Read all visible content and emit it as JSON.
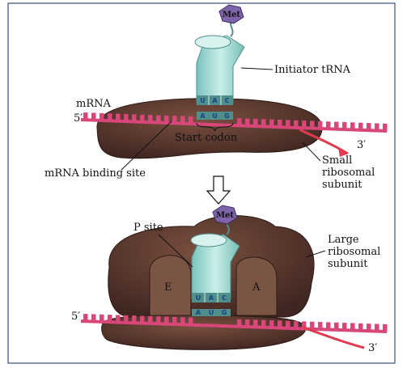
{
  "top_panel": {
    "met_label": "Met",
    "initiator_trna_label": "Initiator tRNA",
    "mrna_label": "mRNA",
    "five_prime": "5′",
    "three_prime": "3′",
    "anticodon": [
      "U",
      "A",
      "C"
    ],
    "codon": [
      "A",
      "U",
      "G"
    ],
    "start_codon_label": "Start codon",
    "small_subunit_label": [
      "Small",
      "ribosomal",
      "subunit"
    ],
    "mrna_binding_site_label": "mRNA binding site"
  },
  "bottom_panel": {
    "met_label": "Met",
    "p_site_label": "P site",
    "large_subunit_label": [
      "Large",
      "ribosomal",
      "subunit"
    ],
    "e_site_label": "E",
    "a_site_label": "A",
    "anticodon": [
      "U",
      "A",
      "C"
    ],
    "codon": [
      "A",
      "U",
      "G"
    ],
    "five_prime": "5′",
    "three_prime": "3′"
  },
  "colors": {
    "ribosome": "#5e3b2f",
    "ribosome_dark": "#3f2620",
    "trna": "#a9dcd6",
    "trna_edge": "#4f8f8b",
    "met": "#7f63a8",
    "mrna": "#d9467a",
    "arrow": "#e23a4f"
  }
}
